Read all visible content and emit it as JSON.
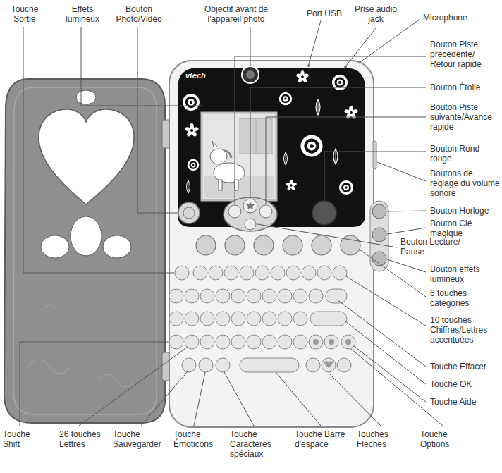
{
  "diagram": {
    "labels": [
      "Touche Sortie",
      "Effets lumineux",
      "Bouton Photo/Vidéo",
      "Objectif avant de l'appareil photo",
      "Port USB",
      "Prise audio jack",
      "Microphone",
      "Bouton Piste précédente/ Retour rapide",
      "Bouton Étoile",
      "Bouton Piste suivante/Avance rapide",
      "Bouton Rond rouge",
      "Boutons de réglage du volume sonore",
      "Bouton Horloge",
      "Bouton Clé magique",
      "Bouton Lecture/ Pause",
      "Bouton effets lumineux",
      "6 touches catégories",
      "10 touches Chiffres/Lettres accentuées",
      "Touche Effacer",
      "Touche OK",
      "Touche Aide",
      "Touche Shift",
      "26 touches Lettres",
      "Touche Sauvegarder",
      "Touche Émoticons",
      "Touche Caractères spéciaux",
      "Touche Barre d'espace",
      "Touches Flèches",
      "Touche Options",
      "vtech"
    ]
  }
}
